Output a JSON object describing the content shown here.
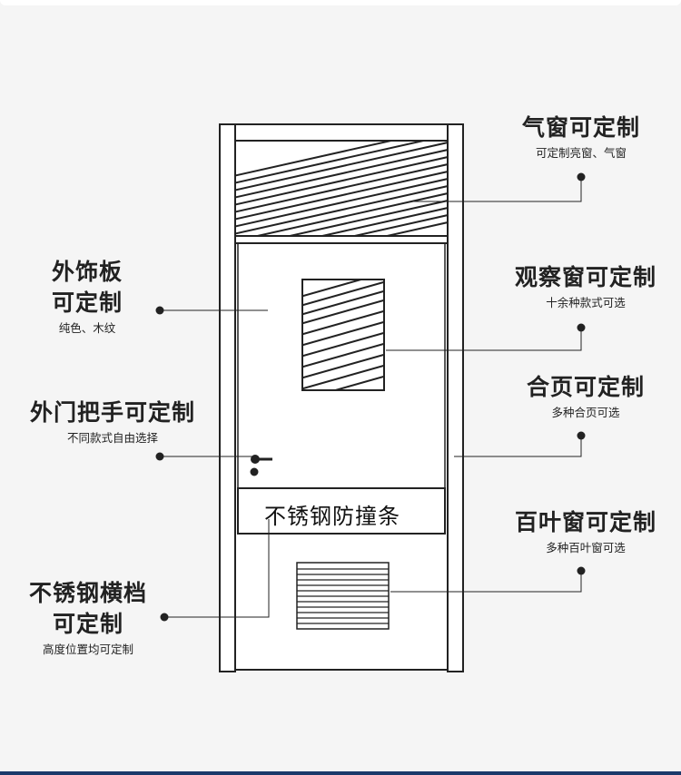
{
  "callouts": {
    "vent_window": {
      "title": "气窗可定制",
      "sub": "可定制亮窗、气窗"
    },
    "panel": {
      "title1": "外饰板",
      "title2": "可定制",
      "sub": "纯色、木纹"
    },
    "view_window": {
      "title": "观察窗可定制",
      "sub": "十余种款式可选"
    },
    "handle": {
      "title": "外门把手可定制",
      "sub": "不同款式自由选择"
    },
    "hinge": {
      "title": "合页可定制",
      "sub": "多种合页可选"
    },
    "louver": {
      "title": "百叶窗可定制",
      "sub": "多种百叶窗可选"
    },
    "rail": {
      "title1": "不锈钢横档",
      "title2": "可定制",
      "sub": "高度位置均可定制"
    }
  },
  "door": {
    "kick_strip_label": "不锈钢防撞条"
  }
}
